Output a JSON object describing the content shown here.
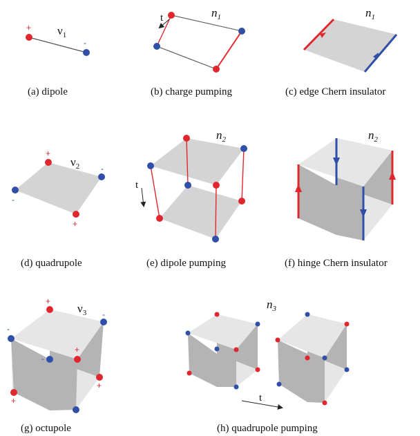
{
  "colors": {
    "red": "#e0272e",
    "blue": "#2f4fa8",
    "plane": "#d4d4d4",
    "face_dark": "#b4b4b4",
    "face_light": "#e6e6e6",
    "line": "#555555"
  },
  "panels": {
    "a": {
      "caption": "(a) dipole",
      "symbol": "ν",
      "subscript": "1",
      "plus": "+",
      "minus": "-"
    },
    "b": {
      "caption": "(b) charge pumping",
      "symbol": "n",
      "subscript": "1",
      "time": "t"
    },
    "c": {
      "caption": "(c) edge Chern insulator",
      "symbol": "n",
      "subscript": "1"
    },
    "d": {
      "caption": "(d) quadrupole",
      "symbol": "ν",
      "subscript": "2",
      "plus": "+",
      "minus": "-"
    },
    "e": {
      "caption": "(e) dipole pumping",
      "symbol": "n",
      "subscript": "2",
      "time": "t"
    },
    "f": {
      "caption": "(f) hinge Chern insulator",
      "symbol": "n",
      "subscript": "2"
    },
    "g": {
      "caption": "(g) octupole",
      "symbol": "ν",
      "subscript": "3",
      "plus": "+",
      "minus": "-"
    },
    "h": {
      "caption": "(h) quadrupole pumping",
      "symbol": "n",
      "subscript": "3",
      "time": "t"
    }
  }
}
